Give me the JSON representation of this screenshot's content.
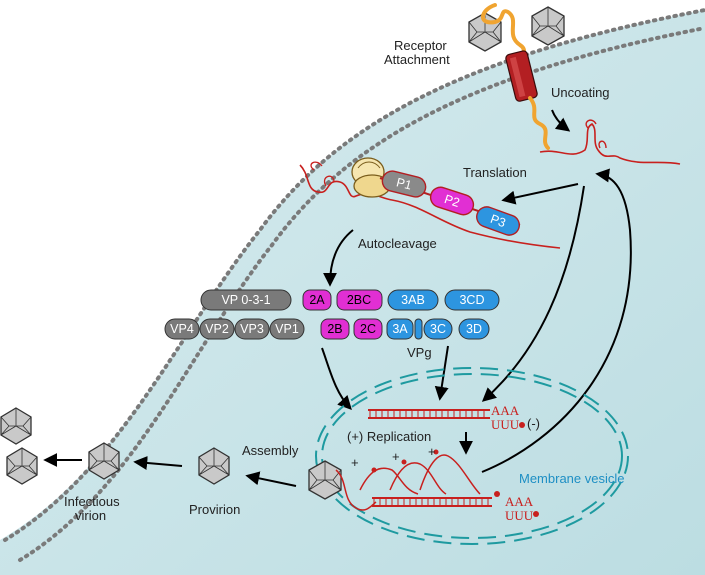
{
  "labels": {
    "receptor": "Receptor",
    "attachment": "Attachment",
    "uncoating": "Uncoating",
    "translation": "Translation",
    "autocleavage": "Autocleavage",
    "vpg": "VPg",
    "replication": "(+) Replication",
    "membrane_vesicle": "Membrane vesicle",
    "assembly": "Assembly",
    "provirion": "Provirion",
    "infectious": "Infectious",
    "virion": "virion",
    "aaa_top": "AAA",
    "uuu_top": "UUU",
    "minus": "(-)",
    "aaa_bottom": "AAA",
    "uuu_bottom": "UUU",
    "plus": "+"
  },
  "polyprotein": {
    "p1": "P1",
    "p2": "P2",
    "p3": "P3"
  },
  "proteins": {
    "row1": [
      "VP 0-3-1",
      "2A",
      "2BC",
      "3AB",
      "3CD"
    ],
    "row2": [
      "VP4",
      "VP2",
      "VP3",
      "VP1",
      "2B",
      "2C",
      "3A",
      "3C",
      "3D"
    ]
  },
  "colors": {
    "cytoplasm": "#cfe6ea",
    "membrane_dots": "#7a7a7a",
    "rna": "#c8201e",
    "structural": "#7a7a7a",
    "p2_magenta": "#e12fd3",
    "p3_blue": "#2d95e0",
    "vesicle": "#1e9aa0",
    "virion_fill": "#c9c9c9",
    "receptor": "#b31f22",
    "receptor_tail": "#f0a430"
  }
}
